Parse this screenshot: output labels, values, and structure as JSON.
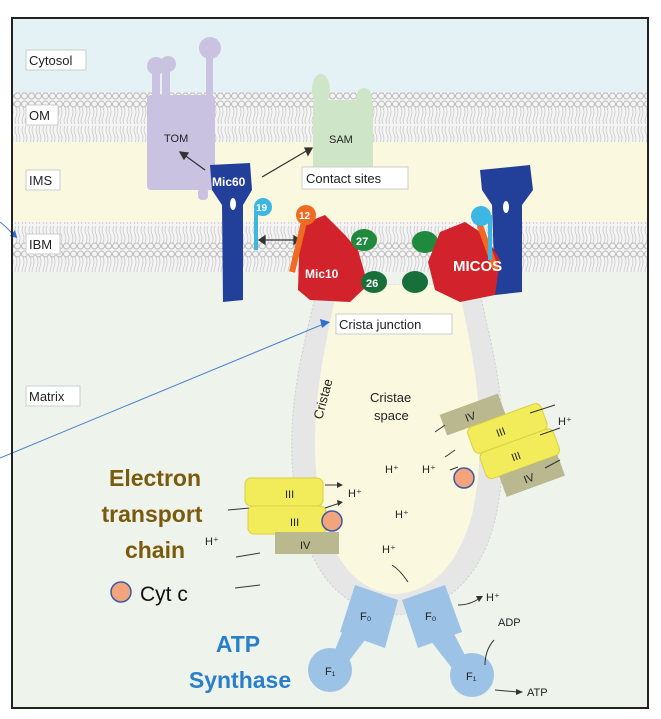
{
  "regions": {
    "cytosol": "Cytosol",
    "om": "OM",
    "ims": "IMS",
    "ibm": "IBM",
    "matrix": "Matrix"
  },
  "proteins": {
    "tom": "TOM",
    "sam": "SAM",
    "mic60": "Mic60",
    "mic19": "19",
    "mic12": "12",
    "mic27": "27",
    "mic26": "26",
    "mic10": "Mic10",
    "micos": "MICOS"
  },
  "annotations": {
    "contact_sites": "Contact sites",
    "crista_junction": "Crista junction",
    "cristae": "Cristae",
    "cristae_space_1": "Cristae",
    "cristae_space_2": "space"
  },
  "complexes": {
    "iii": "III",
    "iv": "IV",
    "f0": "F₀",
    "f1": "F₁"
  },
  "chemistry": {
    "h_plus": "H⁺",
    "adp": "ADP",
    "atp": "ATP"
  },
  "legend": {
    "etc_1": "Electron",
    "etc_2": "transport",
    "etc_3": "chain",
    "cytc": "Cyt c",
    "atp_1": "ATP",
    "atp_2": "Synthase"
  },
  "colors": {
    "cytosol": "#e4f1f5",
    "ims": "#fbf8e0",
    "matrix": "#eef3eb",
    "tom": "#c9c3e1",
    "sam": "#cfe5c7",
    "mic60": "#22409a",
    "mic10": "#d2222b",
    "mic12": "#ef6b21",
    "mic19": "#3cb6e3",
    "green": "#1f8a3e",
    "complex3": "#f3ec5a",
    "complex4": "#b9b88f",
    "atp_synthase": "#9cc3e6",
    "cytc": "#f2a47c",
    "etc_text": "#7a5a0c",
    "atp_text": "#2a7fcb"
  }
}
